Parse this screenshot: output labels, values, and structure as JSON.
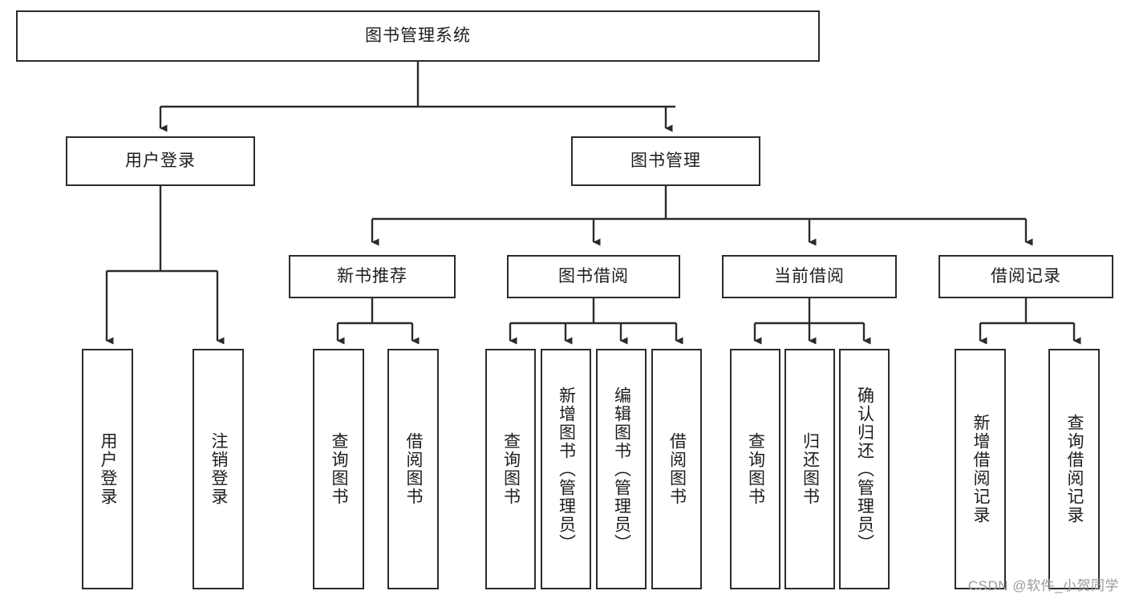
{
  "diagram": {
    "title": "图书管理系统",
    "watermark": "CSDN @软件_小贺同学",
    "colors": {
      "stroke": "#2b2b2b",
      "fill": "#ffffff",
      "text": "#1d1d1d",
      "watermark": "#9a9a9a"
    },
    "nodes": {
      "root": {
        "label": "图书管理系统"
      },
      "level2": [
        {
          "id": "user-login",
          "label": "用户登录"
        },
        {
          "id": "book-manage",
          "label": "图书管理"
        }
      ],
      "level3": [
        {
          "id": "new-book-rec",
          "label": "新书推荐"
        },
        {
          "id": "book-borrow",
          "label": "图书借阅"
        },
        {
          "id": "current-borrow",
          "label": "当前借阅"
        },
        {
          "id": "borrow-record",
          "label": "借阅记录"
        }
      ],
      "leaves": {
        "user_login": [
          {
            "id": "leaf-user-login",
            "label": "用户登录"
          },
          {
            "id": "leaf-logout",
            "label": "注销登录"
          }
        ],
        "new_book_rec": [
          {
            "id": "leaf-query-book-1",
            "label": "查询图书"
          },
          {
            "id": "leaf-borrow-book-1",
            "label": "借阅图书"
          }
        ],
        "book_borrow": [
          {
            "id": "leaf-query-book-2",
            "label": "查询图书"
          },
          {
            "id": "leaf-add-book",
            "label": "新增图书（管理员）"
          },
          {
            "id": "leaf-edit-book",
            "label": "编辑图书（管理员）"
          },
          {
            "id": "leaf-borrow-book-2",
            "label": "借阅图书"
          }
        ],
        "current_borrow": [
          {
            "id": "leaf-query-book-3",
            "label": "查询图书"
          },
          {
            "id": "leaf-return-book",
            "label": "归还图书"
          },
          {
            "id": "leaf-confirm-return",
            "label": "确认归还（管理员）"
          }
        ],
        "borrow_record": [
          {
            "id": "leaf-add-record",
            "label": "新增借阅记录"
          },
          {
            "id": "leaf-query-record",
            "label": "查询借阅记录"
          }
        ]
      }
    }
  }
}
